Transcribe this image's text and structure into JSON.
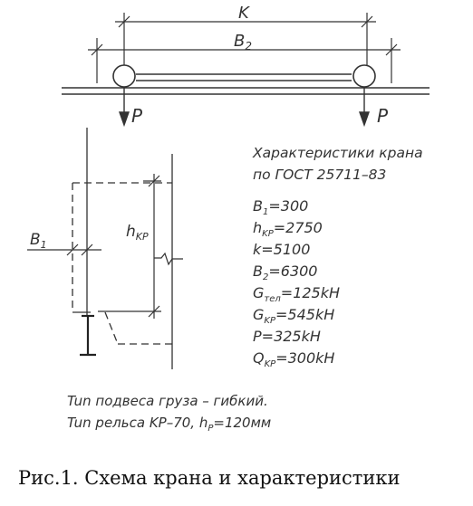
{
  "dimensions": {
    "k_label": "K",
    "b2_label": "B",
    "b2_sub": "2",
    "load_left": "P",
    "load_right": "P",
    "b1_label": "B",
    "b1_sub": "1",
    "hkr_label": "h",
    "hkr_sub": "KP"
  },
  "specs": {
    "title_line1": "Характеристики крана",
    "title_line2": "по ГОСТ 25711–83",
    "items": [
      {
        "sym": "B",
        "sub": "1",
        "rest": "=300"
      },
      {
        "sym": "h",
        "sub": "KP",
        "rest": "=2750"
      },
      {
        "sym": "k",
        "sub": "",
        "rest": "=5100"
      },
      {
        "sym": "B",
        "sub": "2",
        "rest": "=6300"
      },
      {
        "sym": "G",
        "sub": "тел",
        "rest": "=125kH"
      },
      {
        "sym": "G",
        "sub": "KP",
        "rest": "=545kH"
      },
      {
        "sym": "P",
        "sub": "",
        "rest": "=325kH"
      },
      {
        "sym": "Q",
        "sub": "KP",
        "rest": "=300kH"
      }
    ]
  },
  "notes": {
    "line1": "Tun подвеса груза – гибкий.",
    "line2_a": "Tun рельса KP–70, h",
    "line2_sub": "P",
    "line2_b": "=120мм"
  },
  "caption": "Рис.1. Схема крана и характеристики"
}
